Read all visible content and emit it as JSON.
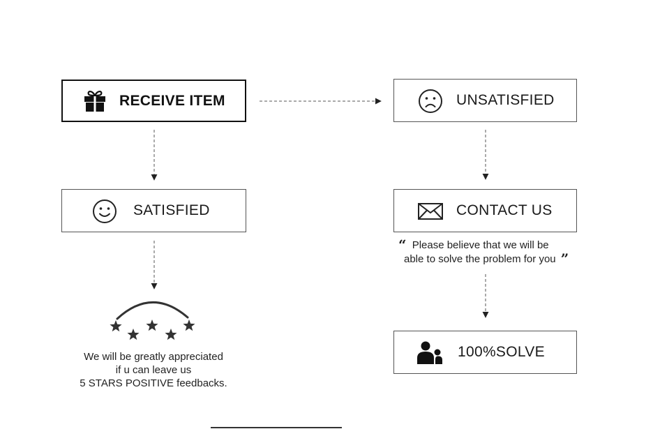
{
  "nodes": {
    "receive_item": {
      "label": "RECEIVE ITEM",
      "icon": "gift-icon"
    },
    "unsatisfied": {
      "label": "UNSATISFIED",
      "icon": "sad-face-icon"
    },
    "satisfied": {
      "label": "SATISFIED",
      "icon": "smiley-face-icon"
    },
    "contact_us": {
      "label": "CONTACT US",
      "icon": "envelope-icon"
    },
    "solve": {
      "label": "100%SOLVE",
      "icon": "people-icon"
    }
  },
  "satisfied_note": {
    "line1": "We will be greatly appreciated",
    "line2": "if u can leave us",
    "line3": "5 STARS POSITIVE feedbacks."
  },
  "contact_quote": {
    "open_mark": "“",
    "line1": "Please believe that we will be",
    "line2": "able to solve the problem for you",
    "close_mark": "”"
  },
  "rating": {
    "stars": 5,
    "icon": "star-icon"
  },
  "colors": {
    "border": "#555555",
    "strong_border": "#111111",
    "text": "#1a1a1a",
    "arrow": "#444444"
  }
}
